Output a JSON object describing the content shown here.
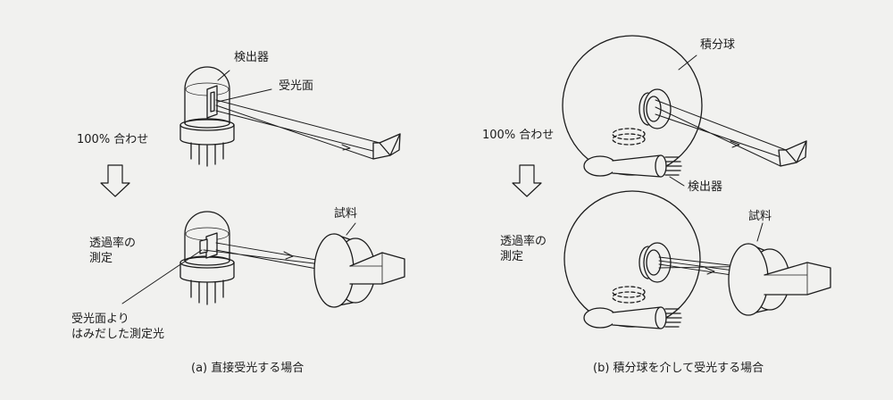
{
  "panel_a": {
    "detector": "検出器",
    "receiving_surface": "受光面",
    "calibration": "100% 合わせ",
    "measurement_line1": "透過率の",
    "measurement_line2": "測定",
    "sample": "試料",
    "overflow_line1": "受光面より",
    "overflow_line2": "はみだした測定光",
    "caption": "(a) 直接受光する場合"
  },
  "panel_b": {
    "sphere": "積分球",
    "calibration": "100% 合わせ",
    "detector": "検出器",
    "measurement_line1": "透過率の",
    "measurement_line2": "測定",
    "sample": "試料",
    "caption": "(b) 積分球を介して受光する場合"
  },
  "colors": {
    "ink": "#1c1c1c",
    "paper": "#f1f1ef"
  }
}
